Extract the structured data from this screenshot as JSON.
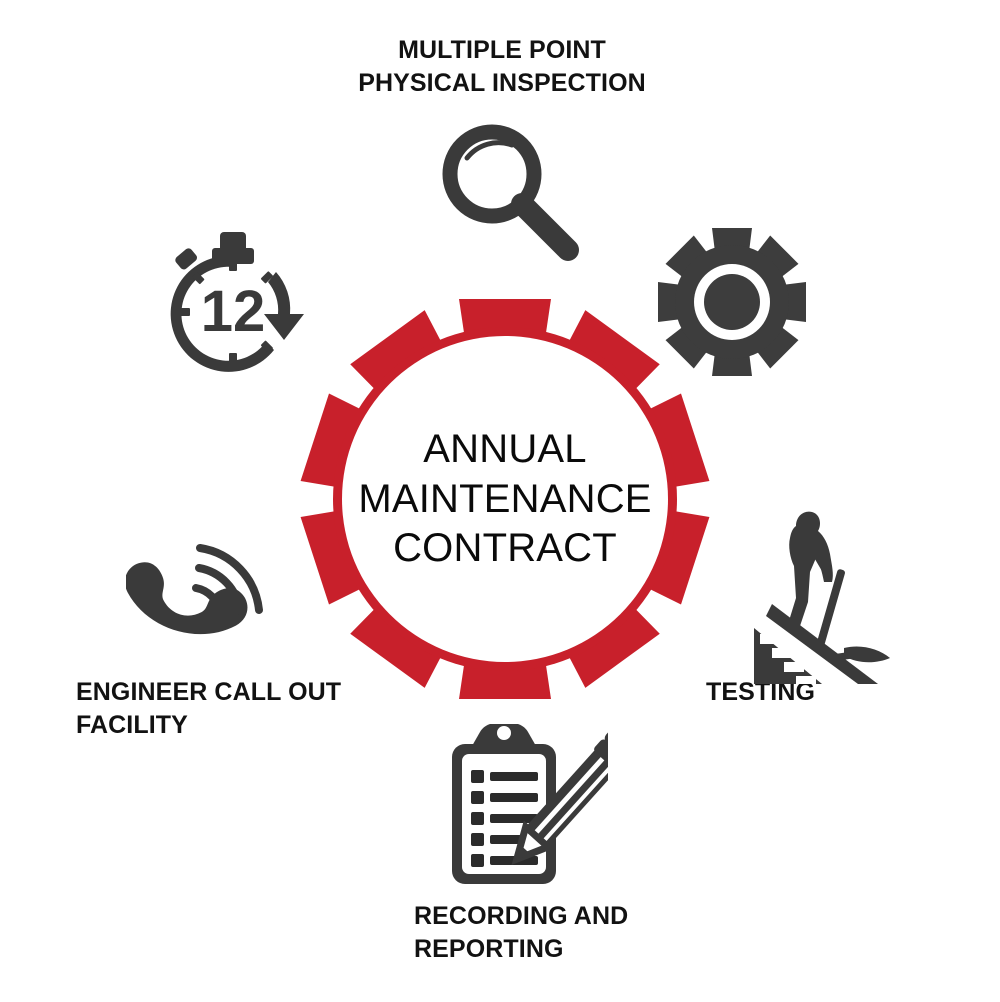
{
  "diagram": {
    "title": "Annual Maintenance Contract",
    "center": {
      "text": "ANNUAL\nMAINTENANCE\nCONTRACT",
      "shape": "gear",
      "teeth": 10,
      "fill_color": "#c8202b",
      "inner_color": "#ffffff",
      "text_color": "#0a0a0a"
    },
    "colors": {
      "accent_red": "#c8202b",
      "icon_dark": "#3d3d3d",
      "icon_darker": "#333333",
      "text": "#121212",
      "background": "#ffffff"
    },
    "nodes": [
      {
        "id": "multiple-point-physical-inspection",
        "label": "MULTIPLE POINT\nPHYSICAL INSPECTION",
        "icon": "magnifier-icon",
        "position": "top",
        "align": "center"
      },
      {
        "id": "response-time",
        "label": "",
        "icon": "stopwatch-icon",
        "icon_text": "12",
        "position": "top-left",
        "align": "center"
      },
      {
        "id": "servicing",
        "label": "",
        "icon": "gear-dark-icon",
        "position": "top-right",
        "align": "center"
      },
      {
        "id": "engineer-call-out-facility",
        "label": "ENGINEER CALL OUT\nFACILITY",
        "icon": "ringing-phone-icon",
        "position": "left",
        "align": "left"
      },
      {
        "id": "testing",
        "label": "TESTING",
        "icon": "person-stairs-testing-icon",
        "position": "right",
        "align": "left"
      },
      {
        "id": "recording-and-reporting",
        "label": "RECORDING AND\nREPORTING",
        "icon": "clipboard-pencil-icon",
        "position": "bottom",
        "align": "left"
      }
    ]
  }
}
